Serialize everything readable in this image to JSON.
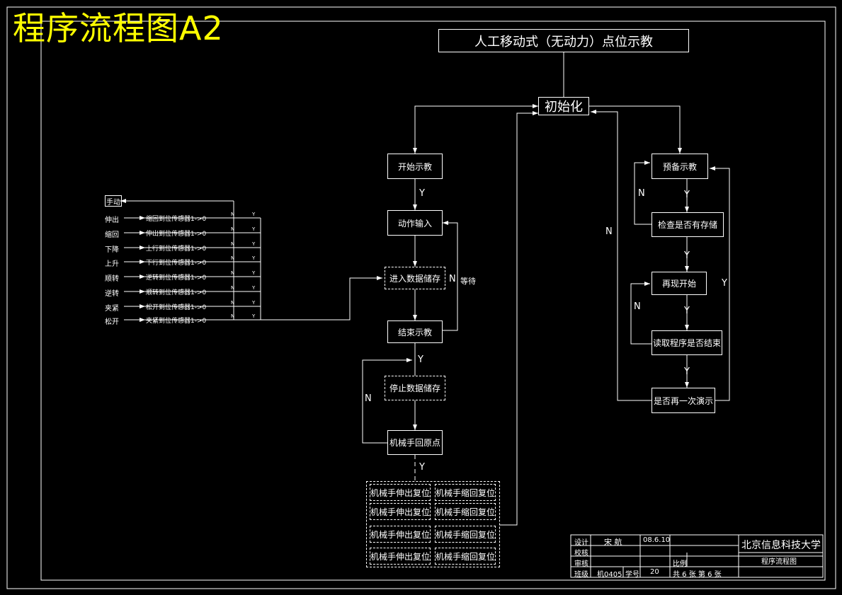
{
  "title": "程序流程图A2",
  "top_box": "人工移动式（无动力）点位示教",
  "init": "初始化",
  "left_flow": {
    "start": "开始示教",
    "action": "动作输入",
    "store": "进入数据储存",
    "end": "结束示教",
    "stop_store": "停止数据储存",
    "home": "机械手回原点"
  },
  "reset_grid": [
    [
      "机械手伸出复位",
      "机械手缩回复位"
    ],
    [
      "机械手伸出复位",
      "机械手缩回复位"
    ],
    [
      "机械手伸出复位",
      "机械手缩回复位"
    ],
    [
      "机械手伸出复位",
      "机械手缩回复位"
    ]
  ],
  "right_flow": {
    "prep": "预备示教",
    "check": "检查是否有存储",
    "replay": "再现开始",
    "read_end": "读取程序是否结束",
    "again": "是否再一次演示"
  },
  "manual": {
    "title": "手动",
    "actions": [
      "伸出",
      "缩回",
      "下降",
      "上升",
      "顺转",
      "逆转",
      "夹紧",
      "松开"
    ],
    "sensors": [
      "缩回到位传感器1->0",
      "伸出到位传感器1->0",
      "上行到位传感器1->0",
      "下行到位传感器1->0",
      "逆转到位传感器1->0",
      "顺转到位传感器1->0",
      "松开到位传感器1->0",
      "夹紧到位传感器1->0"
    ]
  },
  "labels": {
    "y": "Y",
    "n": "N",
    "wait": "等待"
  },
  "title_block": {
    "design_label": "设计",
    "design_name": "宋 航",
    "date": "08.6.10",
    "check_label": "校核",
    "review_label": "审核",
    "class_label": "班级",
    "class_value": "机0405",
    "student_no_label": "学号",
    "student_no_value": "20",
    "scale_label": "比例",
    "sheet_info": "共 6 张   第 6 张",
    "university": "北京信息科技大学",
    "drawing_name": "程序流程图"
  },
  "colors": {
    "background": "#000000",
    "line": "#ffffff",
    "title": "#ffff00"
  }
}
